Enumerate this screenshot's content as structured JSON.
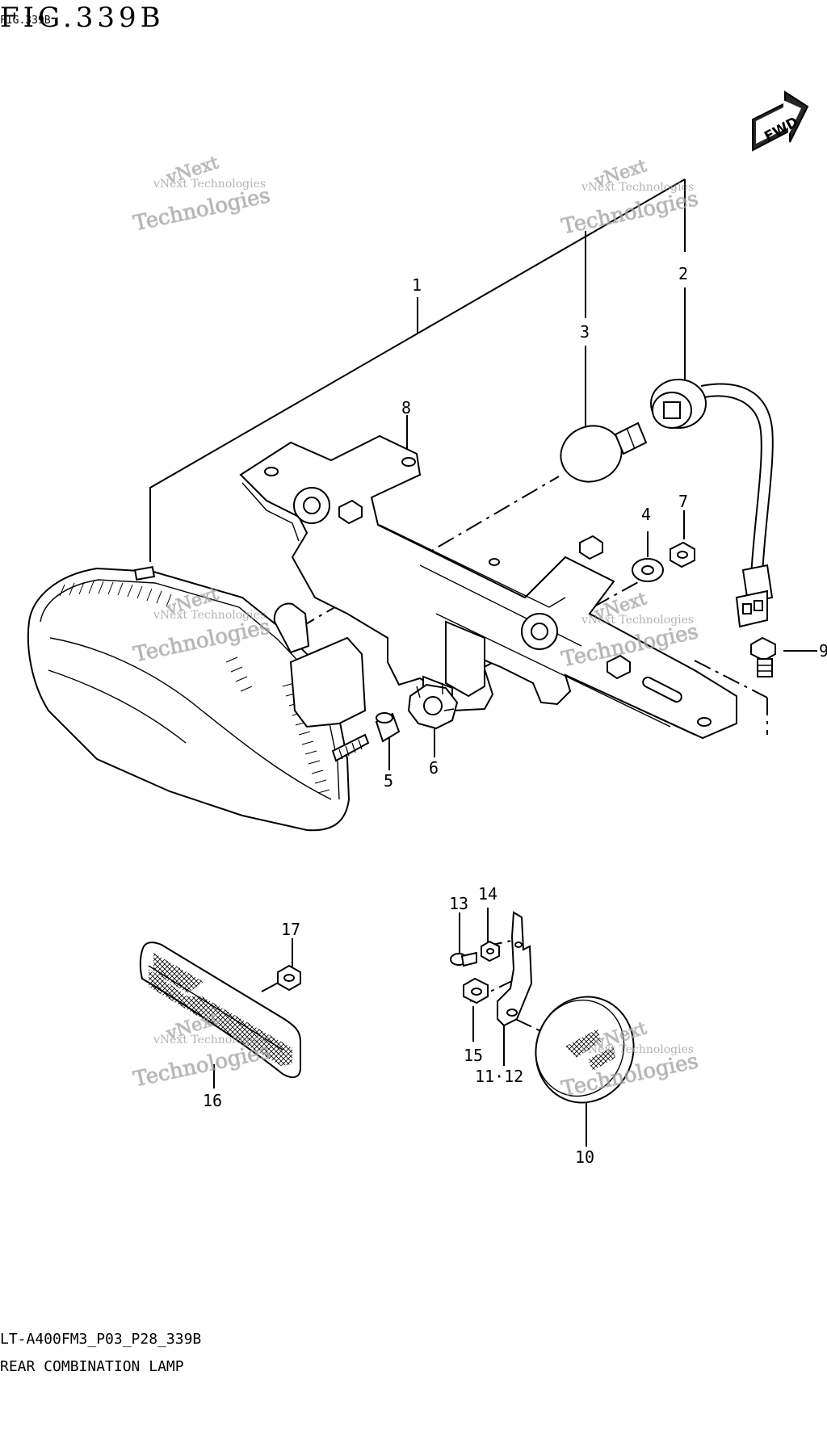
{
  "header": {
    "figure_title": "FIG.339B",
    "figure_subtitle": "FIG.339B"
  },
  "footer": {
    "model_code": "LT-A400FM3_P03_P28_339B",
    "assembly_name": "REAR COMBINATION LAMP"
  },
  "direction_badge": {
    "label": "FWD"
  },
  "watermark": {
    "line1": "vNext Technologies",
    "line2": "vNext",
    "line3": "Technologies"
  },
  "callouts": [
    "1",
    "2",
    "3",
    "4",
    "5",
    "6",
    "7",
    "8",
    "9",
    "10",
    "11·12",
    "13",
    "14",
    "15",
    "16",
    "17"
  ]
}
